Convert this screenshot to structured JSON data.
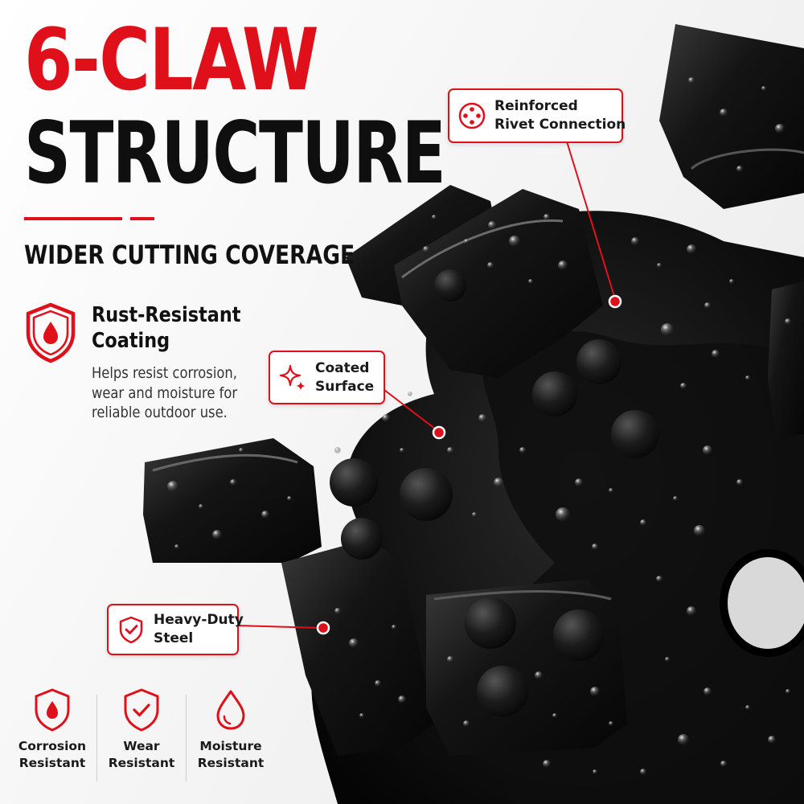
{
  "headline": {
    "line1": "6-CLAW",
    "line2": "STRUCTURE"
  },
  "subheadline": "WIDER CUTTING COVERAGE",
  "feature": {
    "title_line1": "Rust-Resistant",
    "title_line2": "Coating",
    "description": "Helps resist corrosion, wear and moisture for reliable outdoor use.",
    "icon": "shield-drop-icon"
  },
  "callouts": [
    {
      "line1": "Reinforced",
      "line2": "Rivet Connection",
      "icon": "rivet-circle-icon"
    },
    {
      "line1": "Coated",
      "line2": "Surface",
      "icon": "sparkle-icon"
    },
    {
      "line1": "Heavy-Duty",
      "line2": "Steel",
      "icon": "shield-check-icon"
    }
  ],
  "badges": [
    {
      "line1": "Corrosion",
      "line2": "Resistant",
      "icon": "shield-drop-icon"
    },
    {
      "line1": "Wear",
      "line2": "Resistant",
      "icon": "shield-check-icon"
    },
    {
      "line1": "Moisture",
      "line2": "Resistant",
      "icon": "droplet-icon"
    }
  ],
  "colors": {
    "accent": "#e0101a",
    "text": "#111111",
    "product": "#0c0c0c"
  }
}
